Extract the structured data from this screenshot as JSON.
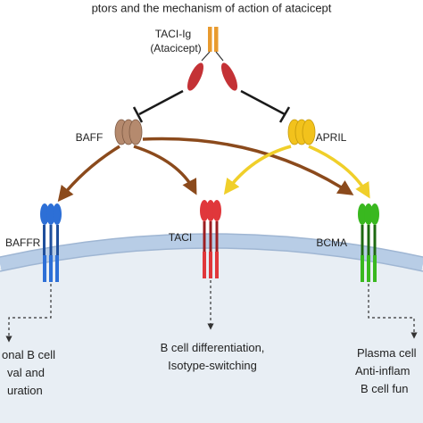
{
  "header_text": "ptors and the mechanism of action of atacicept",
  "drug": {
    "name": "TACI-Ig",
    "alias": "(Atacicept)"
  },
  "ligands": {
    "baff": {
      "label": "BAFF",
      "color": "#b58a6e"
    },
    "april": {
      "label": "APRIL",
      "color": "#f2c21c"
    }
  },
  "receptors": {
    "baffr": {
      "label": "BAFFR",
      "color": "#2d6fd6"
    },
    "taci": {
      "label": "TACI",
      "color": "#e0373b"
    },
    "bcma": {
      "label": "BCMA",
      "color": "#39b81f"
    }
  },
  "outcomes": {
    "baffr": {
      "line1": "onal B cell",
      "line2": "val and",
      "line3": "uration"
    },
    "taci": {
      "line1": "B cell differentiation,",
      "line2": "Isotype-switching"
    },
    "bcma": {
      "line1": "Plasma cell",
      "line2": "Anti-inflam",
      "line3": "B cell fun"
    }
  },
  "colors": {
    "baff_arrow": "#8b4a1c",
    "april_arrow": "#f0cf2a",
    "inhibit": "#1a1a1a",
    "membrane": "#b8cde6",
    "cytoplasm": "#e8eef4",
    "drug_fc": "#e89a2e",
    "drug_arm": "#c43236"
  }
}
